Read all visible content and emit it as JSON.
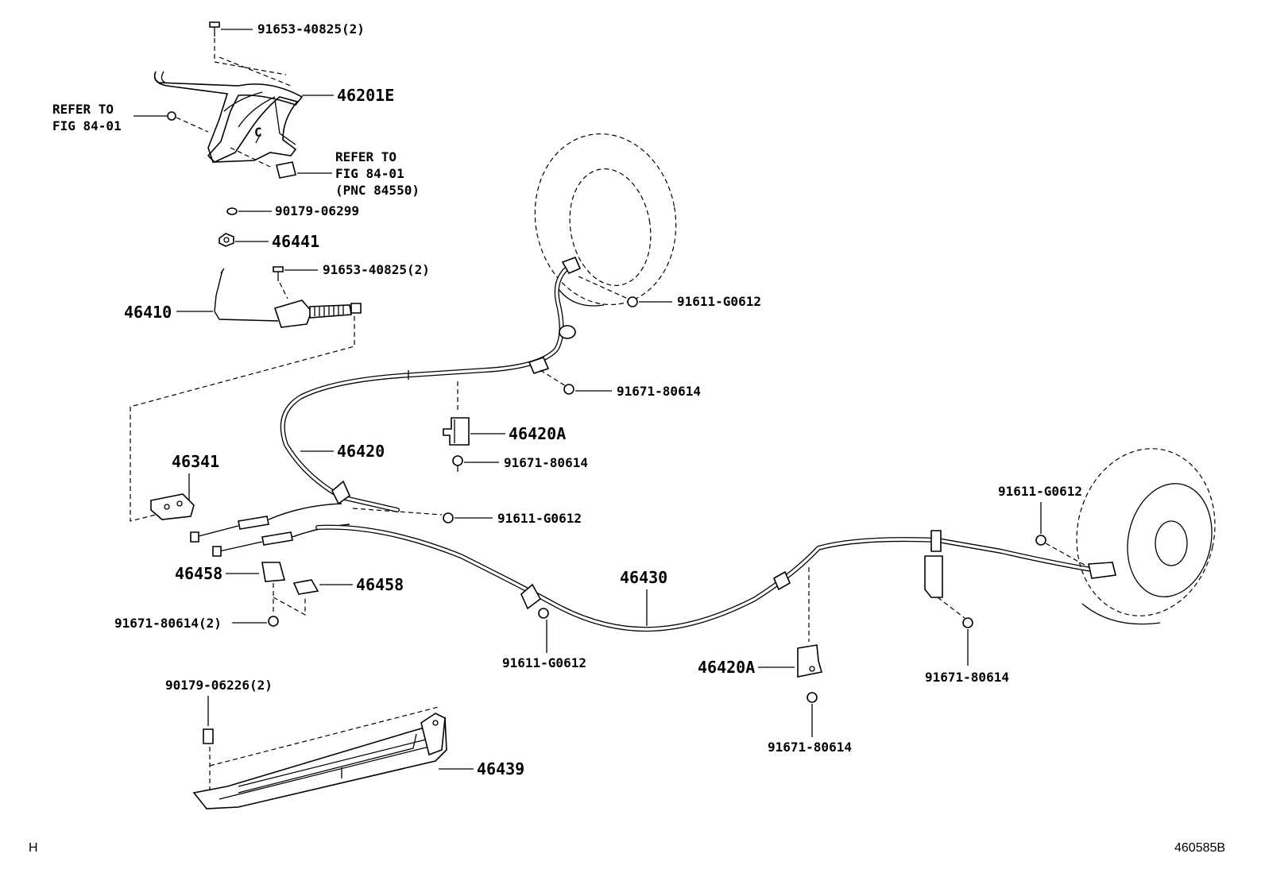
{
  "labels": {
    "bolt_lever": "91653-40825(2)",
    "lever": "46201E",
    "refer_a_1": "REFER TO",
    "refer_a_2": "FIG 84-01",
    "refer_b_1": "REFER TO",
    "refer_b_2": "FIG 84-01",
    "refer_b_3": "(PNC 84550)",
    "clip_90179": "90179-06299",
    "nut_46441": "46441",
    "bolt_equalizer": "91653-40825(2)",
    "rod_46410": "46410",
    "bolt_drum_upper": "91611-G0612",
    "bolt_clamp_upper": "91671-80614",
    "clamp_46420a_upper": "46420A",
    "bolt_46420a_upper": "91671-80614",
    "cable_46420": "46420",
    "bracket_46341": "46341",
    "bolt_cable_mid": "91611-G0612",
    "bolt_drum_right": "91611-G0612",
    "cable_46430": "46430",
    "grommet_46458_a": "46458",
    "grommet_46458_b": "46458",
    "bolt_46458": "91671-80614(2)",
    "bolt_cable_low": "91611-G0612",
    "clamp_46420a_lower": "46420A",
    "bolt_bracket_right": "91671-80614",
    "bolt_46420a_lower": "91671-80614",
    "clip_cover": "90179-06226(2)",
    "cover_46439": "46439"
  },
  "corner": {
    "left": "H",
    "right": "460585B"
  }
}
